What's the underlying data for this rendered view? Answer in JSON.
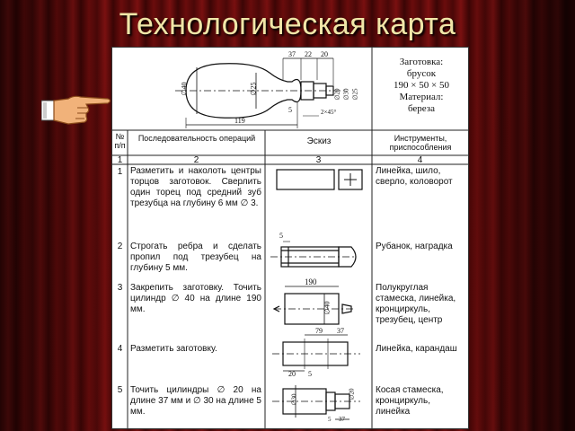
{
  "slide": {
    "title": "Технологическая карта"
  },
  "blank": {
    "lines": [
      "Заготовка:",
      "брусок",
      "190 × 50 × 50",
      "Материал:",
      "береза"
    ]
  },
  "table": {
    "headers": {
      "num": "№\nп/п",
      "operations": "Последовательность операций",
      "sketch": "Эскиз",
      "tools": "Инструменты, приспособления"
    },
    "col_numbers": [
      "1",
      "2",
      "3",
      "4"
    ],
    "rows": [
      {
        "num": "1",
        "op": "Разметить и наколоть центры торцов заготовок. Сверлить один торец под средний зуб трезубца на глубину 6 мм ∅ 3.",
        "tools": "Линейка, шило, сверло, коловорот"
      },
      {
        "num": "2",
        "op": "Строгать ребра и сделать пропил под трезубец на глубину 5 мм.",
        "tools": "Рубанок, наградка"
      },
      {
        "num": "3",
        "op": "Закрепить заготовку. Точить цилиндр ∅ 40 на длине 190 мм.",
        "tools": "Полукруглая стамеска, линейка, кронциркуль, трезубец, центр"
      },
      {
        "num": "4",
        "op": "Разметить заготовку.",
        "tools": "Линейка, карандаш"
      },
      {
        "num": "5",
        "op": "Точить цилиндры ∅ 20 на длине 37 мм и ∅ 30 на длине 5 мм.",
        "tools": "Косая стамеска, кронциркуль, линейка"
      }
    ]
  },
  "drawing_dims": {
    "top": [
      "37",
      "22",
      "20"
    ],
    "left": "∅40",
    "mid": "∅25",
    "right": [
      "∅20",
      "∅30",
      "∅25"
    ],
    "bottom": "119",
    "small": "5",
    "chamfer": "2×45°",
    "row2_dim": "5",
    "row3_len": "190",
    "row3_dia": "∅40",
    "row4_a": "79",
    "row4_b": "37",
    "row4_c": "20",
    "row4_d": "5",
    "row5_a": "∅30",
    "row5_b": "∅20",
    "row5_c": "5",
    "row5_d": "37"
  },
  "colors": {
    "title": "#f0e6a8",
    "curtain": "#7a1010"
  }
}
